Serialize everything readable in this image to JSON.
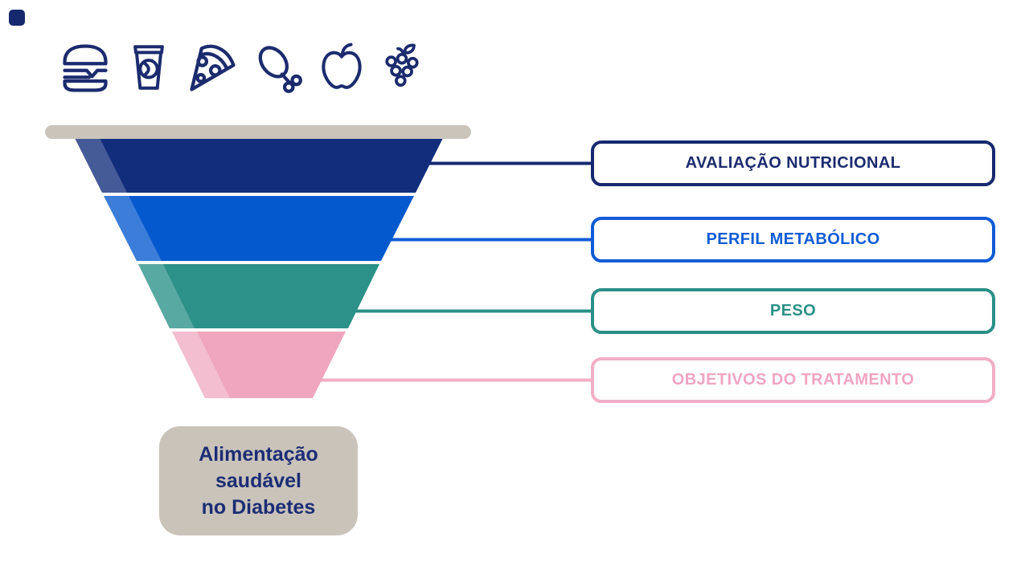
{
  "diagram": {
    "corner_accent_color": "#16296f",
    "food_icons": {
      "color": "#1b2b6e",
      "items": [
        {
          "name": "hamburger-icon"
        },
        {
          "name": "drink-cup-icon"
        },
        {
          "name": "pizza-slice-icon"
        },
        {
          "name": "chicken-drumstick-icon"
        },
        {
          "name": "apple-icon"
        },
        {
          "name": "grapes-icon"
        }
      ]
    },
    "funnel": {
      "top_bar_color": "#cac4bb",
      "levels": [
        {
          "label": "AVALIAÇÃO NUTRICIONAL",
          "fill_color": "#112d7b",
          "accent_color": "#16296f"
        },
        {
          "label": "PERFIL METABÓLICO",
          "fill_color": "#0459cf",
          "accent_color": "#0f5bd6"
        },
        {
          "label": "PESO",
          "fill_color": "#2b9189",
          "accent_color": "#2a9087"
        },
        {
          "label": "OBJETIVOS DO TRATAMENTO",
          "fill_color": "#efa6be",
          "accent_color": "#f2aec6"
        }
      ]
    },
    "footer_box": {
      "text": "Alimentação\nsaudável\nno Diabetes",
      "bg_color": "#cac3ba",
      "text_color": "#1b2d75"
    }
  }
}
